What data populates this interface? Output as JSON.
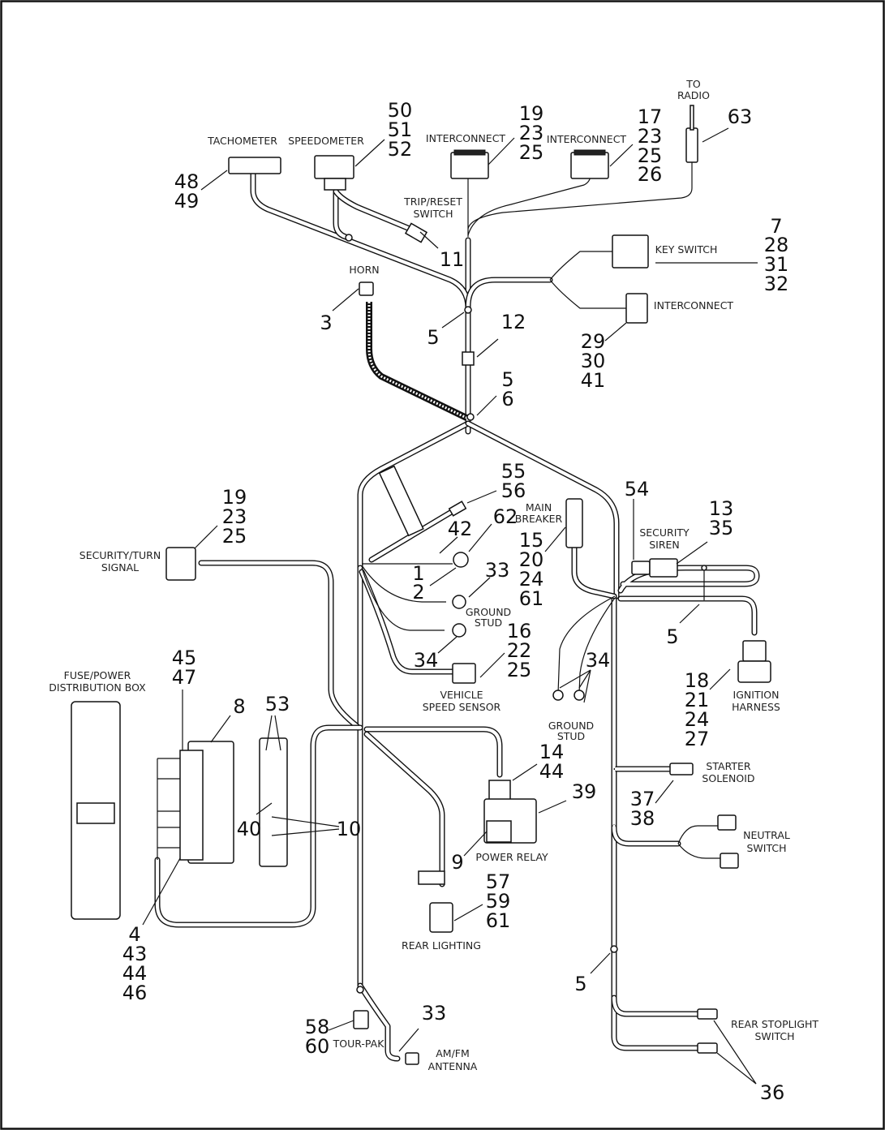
{
  "labels": {
    "to_radio": [
      "TO",
      "RADIO"
    ],
    "tachometer": "TACHOMETER",
    "speedometer": "SPEEDOMETER",
    "interconnect_1": "INTERCONNECT",
    "interconnect_2": "INTERCONNECT",
    "trip_reset": [
      "TRIP/RESET",
      "SWITCH"
    ],
    "key_switch": "KEY SWITCH",
    "interconnect_3": "INTERCONNECT",
    "horn": "HORN",
    "security_turn": [
      "SECURITY/TURN",
      "SIGNAL"
    ],
    "main_breaker": [
      "MAIN",
      "BREAKER"
    ],
    "security_siren": [
      "SECURITY",
      "SIREN"
    ],
    "ground_stud_1": [
      "GROUND",
      "STUD"
    ],
    "ground_stud_2": [
      "GROUND",
      "STUD"
    ],
    "vehicle_speed_sensor": [
      "VEHICLE",
      "SPEED SENSOR"
    ],
    "ignition_harness": [
      "IGNITION",
      "HARNESS"
    ],
    "fuse_box": [
      "FUSE/POWER",
      "DISTRIBUTION BOX"
    ],
    "starter_solenoid": [
      "STARTER",
      "SOLENOID"
    ],
    "power_relay": "POWER RELAY",
    "neutral_switch": [
      "NEUTRAL",
      "SWITCH"
    ],
    "rear_lighting": "REAR LIGHTING",
    "rear_stoplight": [
      "REAR STOPLIGHT",
      "SWITCH"
    ],
    "tour_pak": "TOUR-PAK",
    "am_fm_antenna": [
      "AM/FM",
      "ANTENNA"
    ]
  },
  "callouts": {
    "c63": [
      "63"
    ],
    "c48": [
      "48",
      "49"
    ],
    "c50": [
      "50",
      "51",
      "52"
    ],
    "c19a": [
      "19",
      "23",
      "25"
    ],
    "c17": [
      "17",
      "23",
      "25",
      "26"
    ],
    "c11": [
      "11"
    ],
    "c7": [
      "7",
      "28",
      "31",
      "32"
    ],
    "c3": [
      "3"
    ],
    "c5a": [
      "5"
    ],
    "c12": [
      "12"
    ],
    "c29": [
      "29",
      "30",
      "41"
    ],
    "c5_6": [
      "5",
      "6"
    ],
    "c55": [
      "55",
      "56"
    ],
    "c19b": [
      "19",
      "23",
      "25"
    ],
    "c42": [
      "42"
    ],
    "c62": [
      "62"
    ],
    "c1": [
      "1",
      "2"
    ],
    "c33a": [
      "33"
    ],
    "c15": [
      "15",
      "20",
      "24",
      "61"
    ],
    "c54": [
      "54"
    ],
    "c13": [
      "13",
      "35"
    ],
    "c5b": [
      "5"
    ],
    "c16": [
      "16",
      "22",
      "25"
    ],
    "c34a": [
      "34"
    ],
    "c34b": [
      "34"
    ],
    "c18": [
      "18",
      "21",
      "24",
      "27"
    ],
    "c45": [
      "45",
      "47"
    ],
    "c8": [
      "8"
    ],
    "c53": [
      "53"
    ],
    "c40": [
      "40"
    ],
    "c10": [
      "10"
    ],
    "c14": [
      "14",
      "44"
    ],
    "c39": [
      "39"
    ],
    "c37": [
      "37",
      "38"
    ],
    "c9": [
      "9"
    ],
    "c4": [
      "4",
      "43",
      "44",
      "46"
    ],
    "c57": [
      "57",
      "59",
      "61"
    ],
    "c5c": [
      "5"
    ],
    "c33b": [
      "33"
    ],
    "c58": [
      "58",
      "60"
    ],
    "c36": [
      "36"
    ]
  }
}
